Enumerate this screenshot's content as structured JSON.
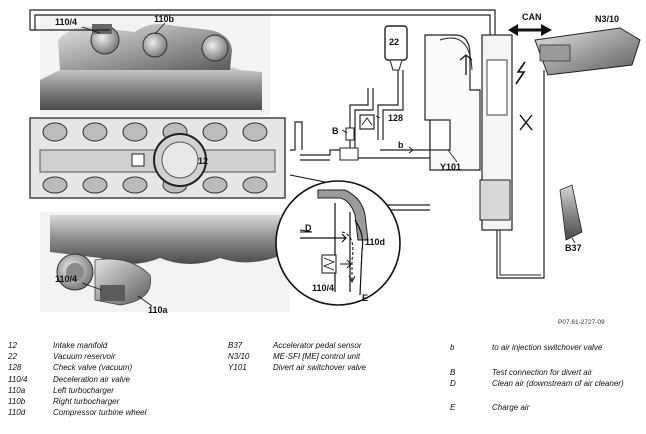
{
  "figure": {
    "callouts": {
      "c110_4_top": "110/4",
      "c110b": "110b",
      "c12": "12",
      "c110_4_bottom": "110/4",
      "c110a": "110a",
      "c22": "22",
      "c128": "128",
      "cB": "B",
      "cb": "b",
      "cY101": "Y101",
      "cCAN": "CAN",
      "cN3_10": "N3/10",
      "cB37": "B37",
      "cD": "D",
      "c110d": "110d",
      "c110_4_detail": "110/4",
      "cE": "E"
    },
    "reference_code": "P07.61-2727-09"
  },
  "legend": {
    "col1": [
      {
        "code": "12",
        "desc": "Intake manifold"
      },
      {
        "code": "22",
        "desc": "Vacuum reservoir"
      },
      {
        "code": "128",
        "desc": "Check valve (vacuum)"
      },
      {
        "code": "110/4",
        "desc": "Deceleration air valve"
      },
      {
        "code": "110a",
        "desc": "Left turbocharger"
      },
      {
        "code": "110b",
        "desc": "Right turbocharger"
      },
      {
        "code": "110d",
        "desc": "Compressor turbine wheel"
      }
    ],
    "col2": [
      {
        "code": "B37",
        "desc": "Accelerator pedal sensor"
      },
      {
        "code": "N3/10",
        "desc": "ME-SFI [ME] control unit"
      },
      {
        "code": "Y101",
        "desc": "Divert air switchover valve"
      }
    ],
    "col3": [
      {
        "code": "b",
        "desc": "to air injection switchover valve"
      },
      {
        "code": "B",
        "desc": "Test connection for divert air"
      },
      {
        "code": "D",
        "desc": "Clean air (downstream of air cleaner)"
      },
      {
        "code": "E",
        "desc": "Charge air"
      }
    ]
  }
}
